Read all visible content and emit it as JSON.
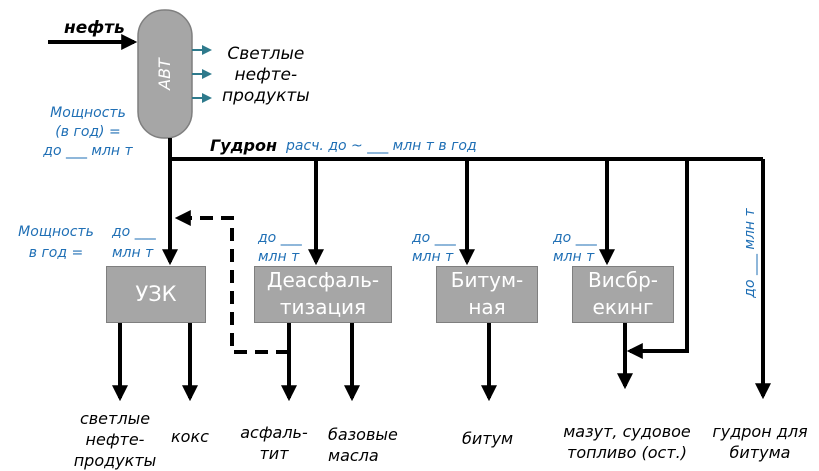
{
  "feed": {
    "label": "нефть"
  },
  "avt": {
    "label": "АВТ"
  },
  "light_products": {
    "lines": [
      "Светлые",
      "нефте-",
      "продукты"
    ]
  },
  "avt_capacity": {
    "lines": [
      "Мощность",
      "(в год) =",
      "до ___ млн т"
    ]
  },
  "gudron": {
    "label": "Гудрон",
    "note": "расч. до ~ ___ млн т в год"
  },
  "uzk_capacity": {
    "left_lines": [
      "Мощность",
      "в год ="
    ],
    "right_lines": [
      "до ___",
      "млн т"
    ]
  },
  "units": [
    {
      "lines": [
        "УЗК"
      ],
      "capacity": []
    },
    {
      "lines": [
        "Деасфаль-",
        "тизация"
      ],
      "capacity": [
        "до ___",
        "млн т"
      ]
    },
    {
      "lines": [
        "Битум-",
        "ная"
      ],
      "capacity": [
        "до ___",
        "млн т"
      ]
    },
    {
      "lines": [
        "Висбр-",
        "екинг"
      ],
      "capacity": [
        "до ___",
        "млн т"
      ]
    }
  ],
  "direct_gudron_capacity": "до ___ млн т",
  "outputs": [
    {
      "lines": [
        "светлые",
        "нефте-",
        "продукты"
      ]
    },
    {
      "lines": [
        "кокс"
      ]
    },
    {
      "lines": [
        "асфаль-",
        "тит"
      ]
    },
    {
      "lines": [
        "базовые",
        "масла"
      ]
    },
    {
      "lines": [
        "битум"
      ]
    },
    {
      "lines": [
        "мазут, судовое",
        "топливо (ост.)"
      ]
    },
    {
      "lines": [
        "гудрон для",
        "битума"
      ]
    }
  ],
  "colors": {
    "box_fill": "#a6a6a6",
    "blue_text": "#1f6fb5",
    "small_arrow": "#2e7a8c",
    "column_fill": "#a6a6a6"
  }
}
